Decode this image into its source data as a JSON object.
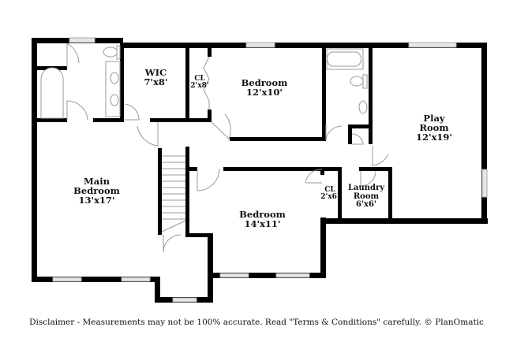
{
  "floorplan": {
    "rooms": [
      {
        "id": "wic",
        "name": "WIC",
        "size": "7'x8'"
      },
      {
        "id": "cl-top",
        "name": "CL",
        "size": "2'x8'"
      },
      {
        "id": "bedroom-top",
        "name": "Bedroom",
        "size": "12'x10'"
      },
      {
        "id": "play-room",
        "name_line1": "Play",
        "name_line2": "Room",
        "size": "12'x19'"
      },
      {
        "id": "main-bedroom",
        "name_line1": "Main",
        "name_line2": "Bedroom",
        "size": "13'x17'"
      },
      {
        "id": "cl-mid",
        "name": "CL",
        "size": "2'x6'"
      },
      {
        "id": "laundry-room",
        "name_line1": "Laundry",
        "name_line2": "Room",
        "size": "6'x6'"
      },
      {
        "id": "bedroom-bottom",
        "name": "Bedroom",
        "size": "14'x11'"
      }
    ],
    "colors": {
      "wall": "#000000",
      "window_fill": "#e6e6e6",
      "window_stroke": "#a8a8a8",
      "fixture_stroke": "#9a9a9a",
      "background": "#ffffff"
    }
  },
  "footer": {
    "disclaimer": "Disclaimer - Measurements may not be 100% accurate. Read \"Terms & Conditions\" carefully. © PlanOmatic"
  }
}
